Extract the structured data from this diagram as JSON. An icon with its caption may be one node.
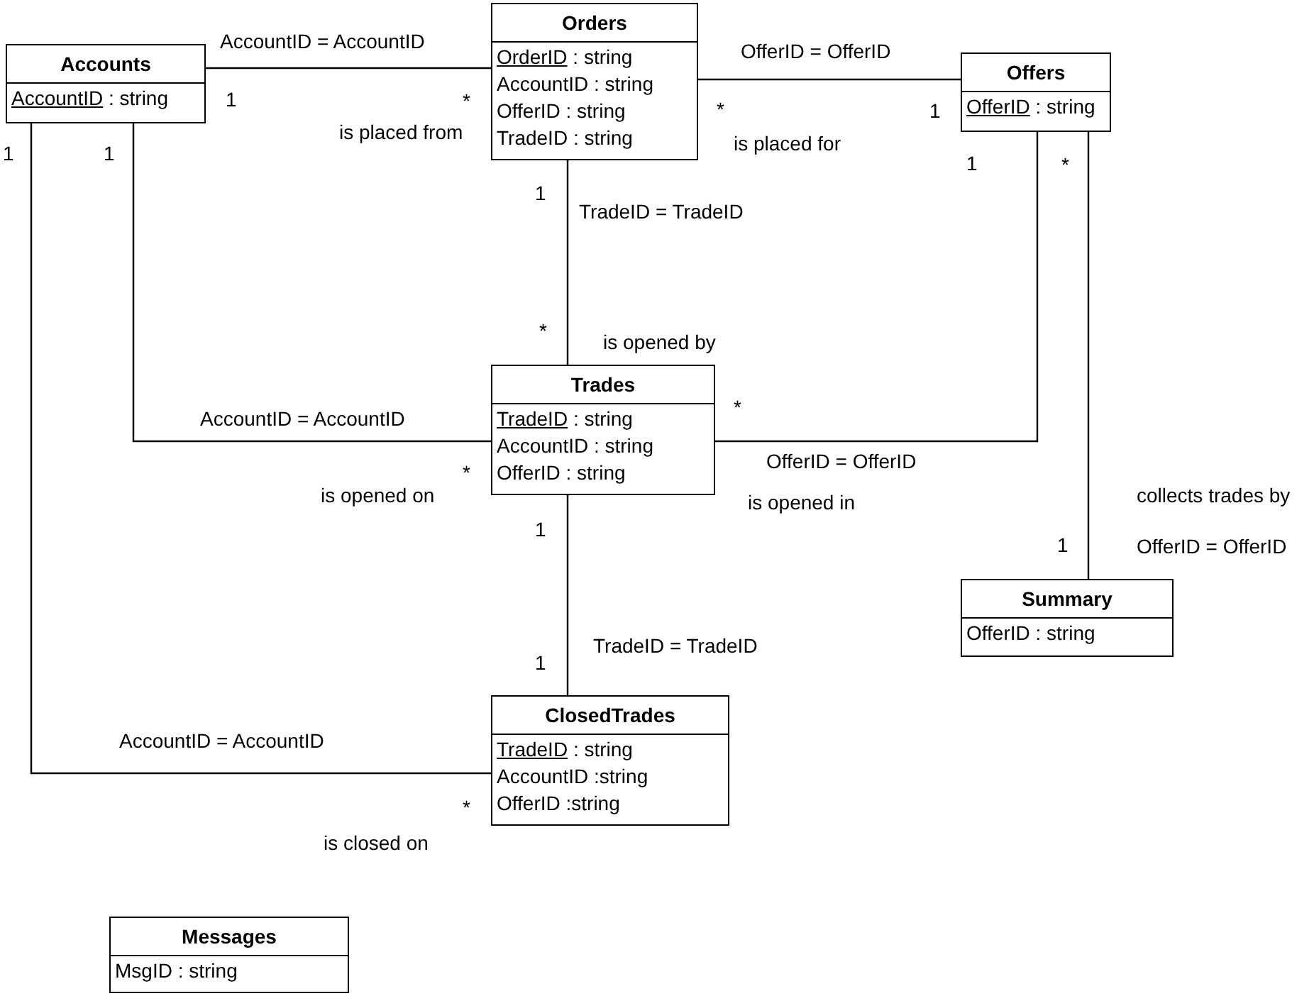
{
  "diagram": {
    "nodes": [
      {
        "text": [
          "Accounts",
          "AccountID : string"
        ]
      },
      {
        "text": [
          "Orders",
          "OrderID : string",
          "AccountID : string",
          "OfferID : string",
          "TradeID : string"
        ]
      },
      {
        "text": [
          "Offers",
          "OfferID : string"
        ]
      },
      {
        "text": [
          "Trades",
          "TradeID : string",
          "AccountID : string",
          "OfferID : string"
        ]
      },
      {
        "text": [
          "Summary",
          "OfferID : string"
        ]
      },
      {
        "text": [
          "ClosedTrades",
          "TradeID : string",
          "AccountID :string",
          "OfferID :string"
        ]
      },
      {
        "text": [
          "Messages",
          "MsgID : string"
        ]
      }
    ],
    "edges": [
      {
        "from": 0,
        "to": 1,
        "arrow": "none",
        "label": "AccountID = AccountID"
      },
      {
        "from": 1,
        "to": 2,
        "arrow": "none",
        "label": "OfferID = OfferID"
      },
      {
        "from": 1,
        "to": 3,
        "arrow": "none",
        "label": "TradeID = TradeID"
      },
      {
        "from": 0,
        "to": 3,
        "arrow": "none",
        "label": "AccountID = AccountID"
      },
      {
        "from": 2,
        "to": 3,
        "arrow": "none",
        "label": "OfferID = OfferID"
      },
      {
        "from": 2,
        "to": 4,
        "arrow": "none",
        "label": "OfferID = OfferID"
      },
      {
        "from": 3,
        "to": 5,
        "arrow": "none",
        "label": "TradeID = TradeID"
      },
      {
        "from": 0,
        "to": 5,
        "arrow": "none",
        "label": "AccountID = AccountID"
      }
    ],
    "labels": [
      "1",
      "*",
      "is placed from",
      "*",
      "1",
      "is placed for",
      "1",
      "1",
      "1",
      "1",
      "*",
      "*",
      "is opened by",
      "*",
      "*",
      "is opened on",
      "is opened in",
      "collects trades by",
      "1",
      "1",
      "1",
      "*",
      "is closed on"
    ]
  }
}
